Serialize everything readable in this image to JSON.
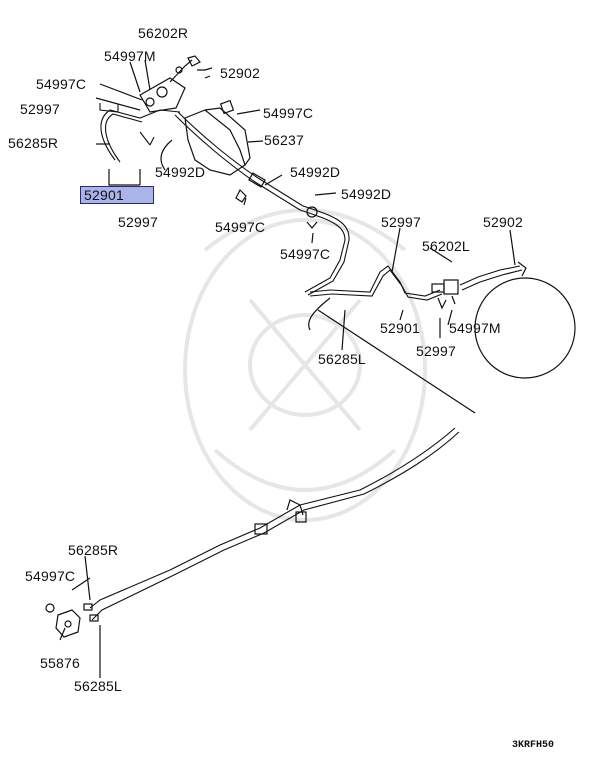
{
  "diagram": {
    "labels": [
      {
        "id": "p56202r-top",
        "text": "56202R"
      },
      {
        "id": "p54997m-top",
        "text": "54997M"
      },
      {
        "id": "p52902-top",
        "text": "52902"
      },
      {
        "id": "p54997c-a",
        "text": "54997C"
      },
      {
        "id": "p52997-a",
        "text": "52997"
      },
      {
        "id": "p54997c-b",
        "text": "54997C"
      },
      {
        "id": "p56237",
        "text": "56237"
      },
      {
        "id": "p56285r-top",
        "text": "56285R"
      },
      {
        "id": "p54992d-a",
        "text": "54992D"
      },
      {
        "id": "p54992d-b",
        "text": "54992D"
      },
      {
        "id": "p52901-highlight",
        "text": "52901"
      },
      {
        "id": "p54992d-c",
        "text": "54992D"
      },
      {
        "id": "p52997-b",
        "text": "52997"
      },
      {
        "id": "p54997c-c",
        "text": "54997C"
      },
      {
        "id": "p52997-c",
        "text": "52997"
      },
      {
        "id": "p52902-right",
        "text": "52902"
      },
      {
        "id": "p56202l",
        "text": "56202L"
      },
      {
        "id": "p54997c-d",
        "text": "54997C"
      },
      {
        "id": "p52901-right",
        "text": "52901"
      },
      {
        "id": "p54997m-right",
        "text": "54997M"
      },
      {
        "id": "p52997-d",
        "text": "52997"
      },
      {
        "id": "p56285l-mid",
        "text": "56285L"
      },
      {
        "id": "p56285r-bot",
        "text": "56285R"
      },
      {
        "id": "p54997c-e",
        "text": "54997C"
      },
      {
        "id": "p55876",
        "text": "55876"
      },
      {
        "id": "p56285l-bot",
        "text": "56285L"
      }
    ],
    "diagram_code": "3KRFH50",
    "highlight_color": "#aab4e8"
  }
}
